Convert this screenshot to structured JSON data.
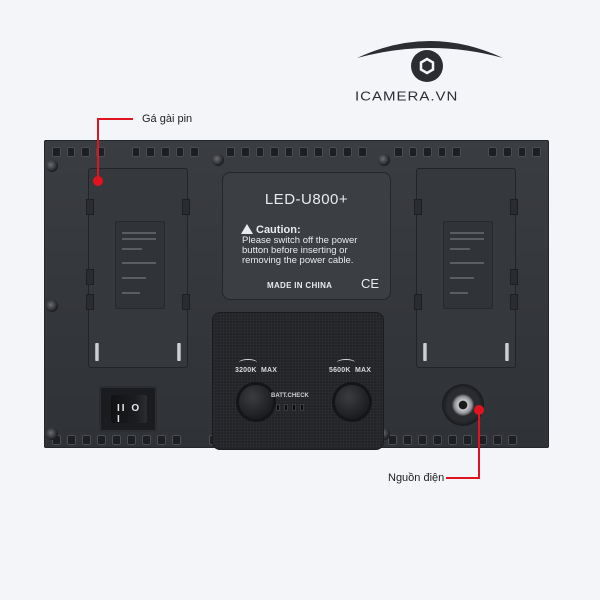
{
  "brand": {
    "logo_text": "ICAMERA.VN",
    "colors": {
      "logo": "#2b2d33",
      "annotation": "#e0141e",
      "background": "#f4f5f9",
      "panel": "#35383c"
    }
  },
  "product_label": {
    "model": "LED-U800+",
    "caution_title": "Caution:",
    "caution_lines": [
      "Please switch off the power",
      "button before inserting or",
      "removing the power cable."
    ],
    "made_in": "MADE IN CHINA",
    "certification": "CE"
  },
  "controls": {
    "left_knob_label": "3200K",
    "left_knob_max": "MAX",
    "right_knob_label": "5600K",
    "right_knob_max": "MAX",
    "battery_check": "BATT.CHECK",
    "battery_leds": 4,
    "power_switch_mark": "II O I"
  },
  "annotations": {
    "battery_mount": "Gá gài pin",
    "power_input": "Nguồn điện"
  }
}
